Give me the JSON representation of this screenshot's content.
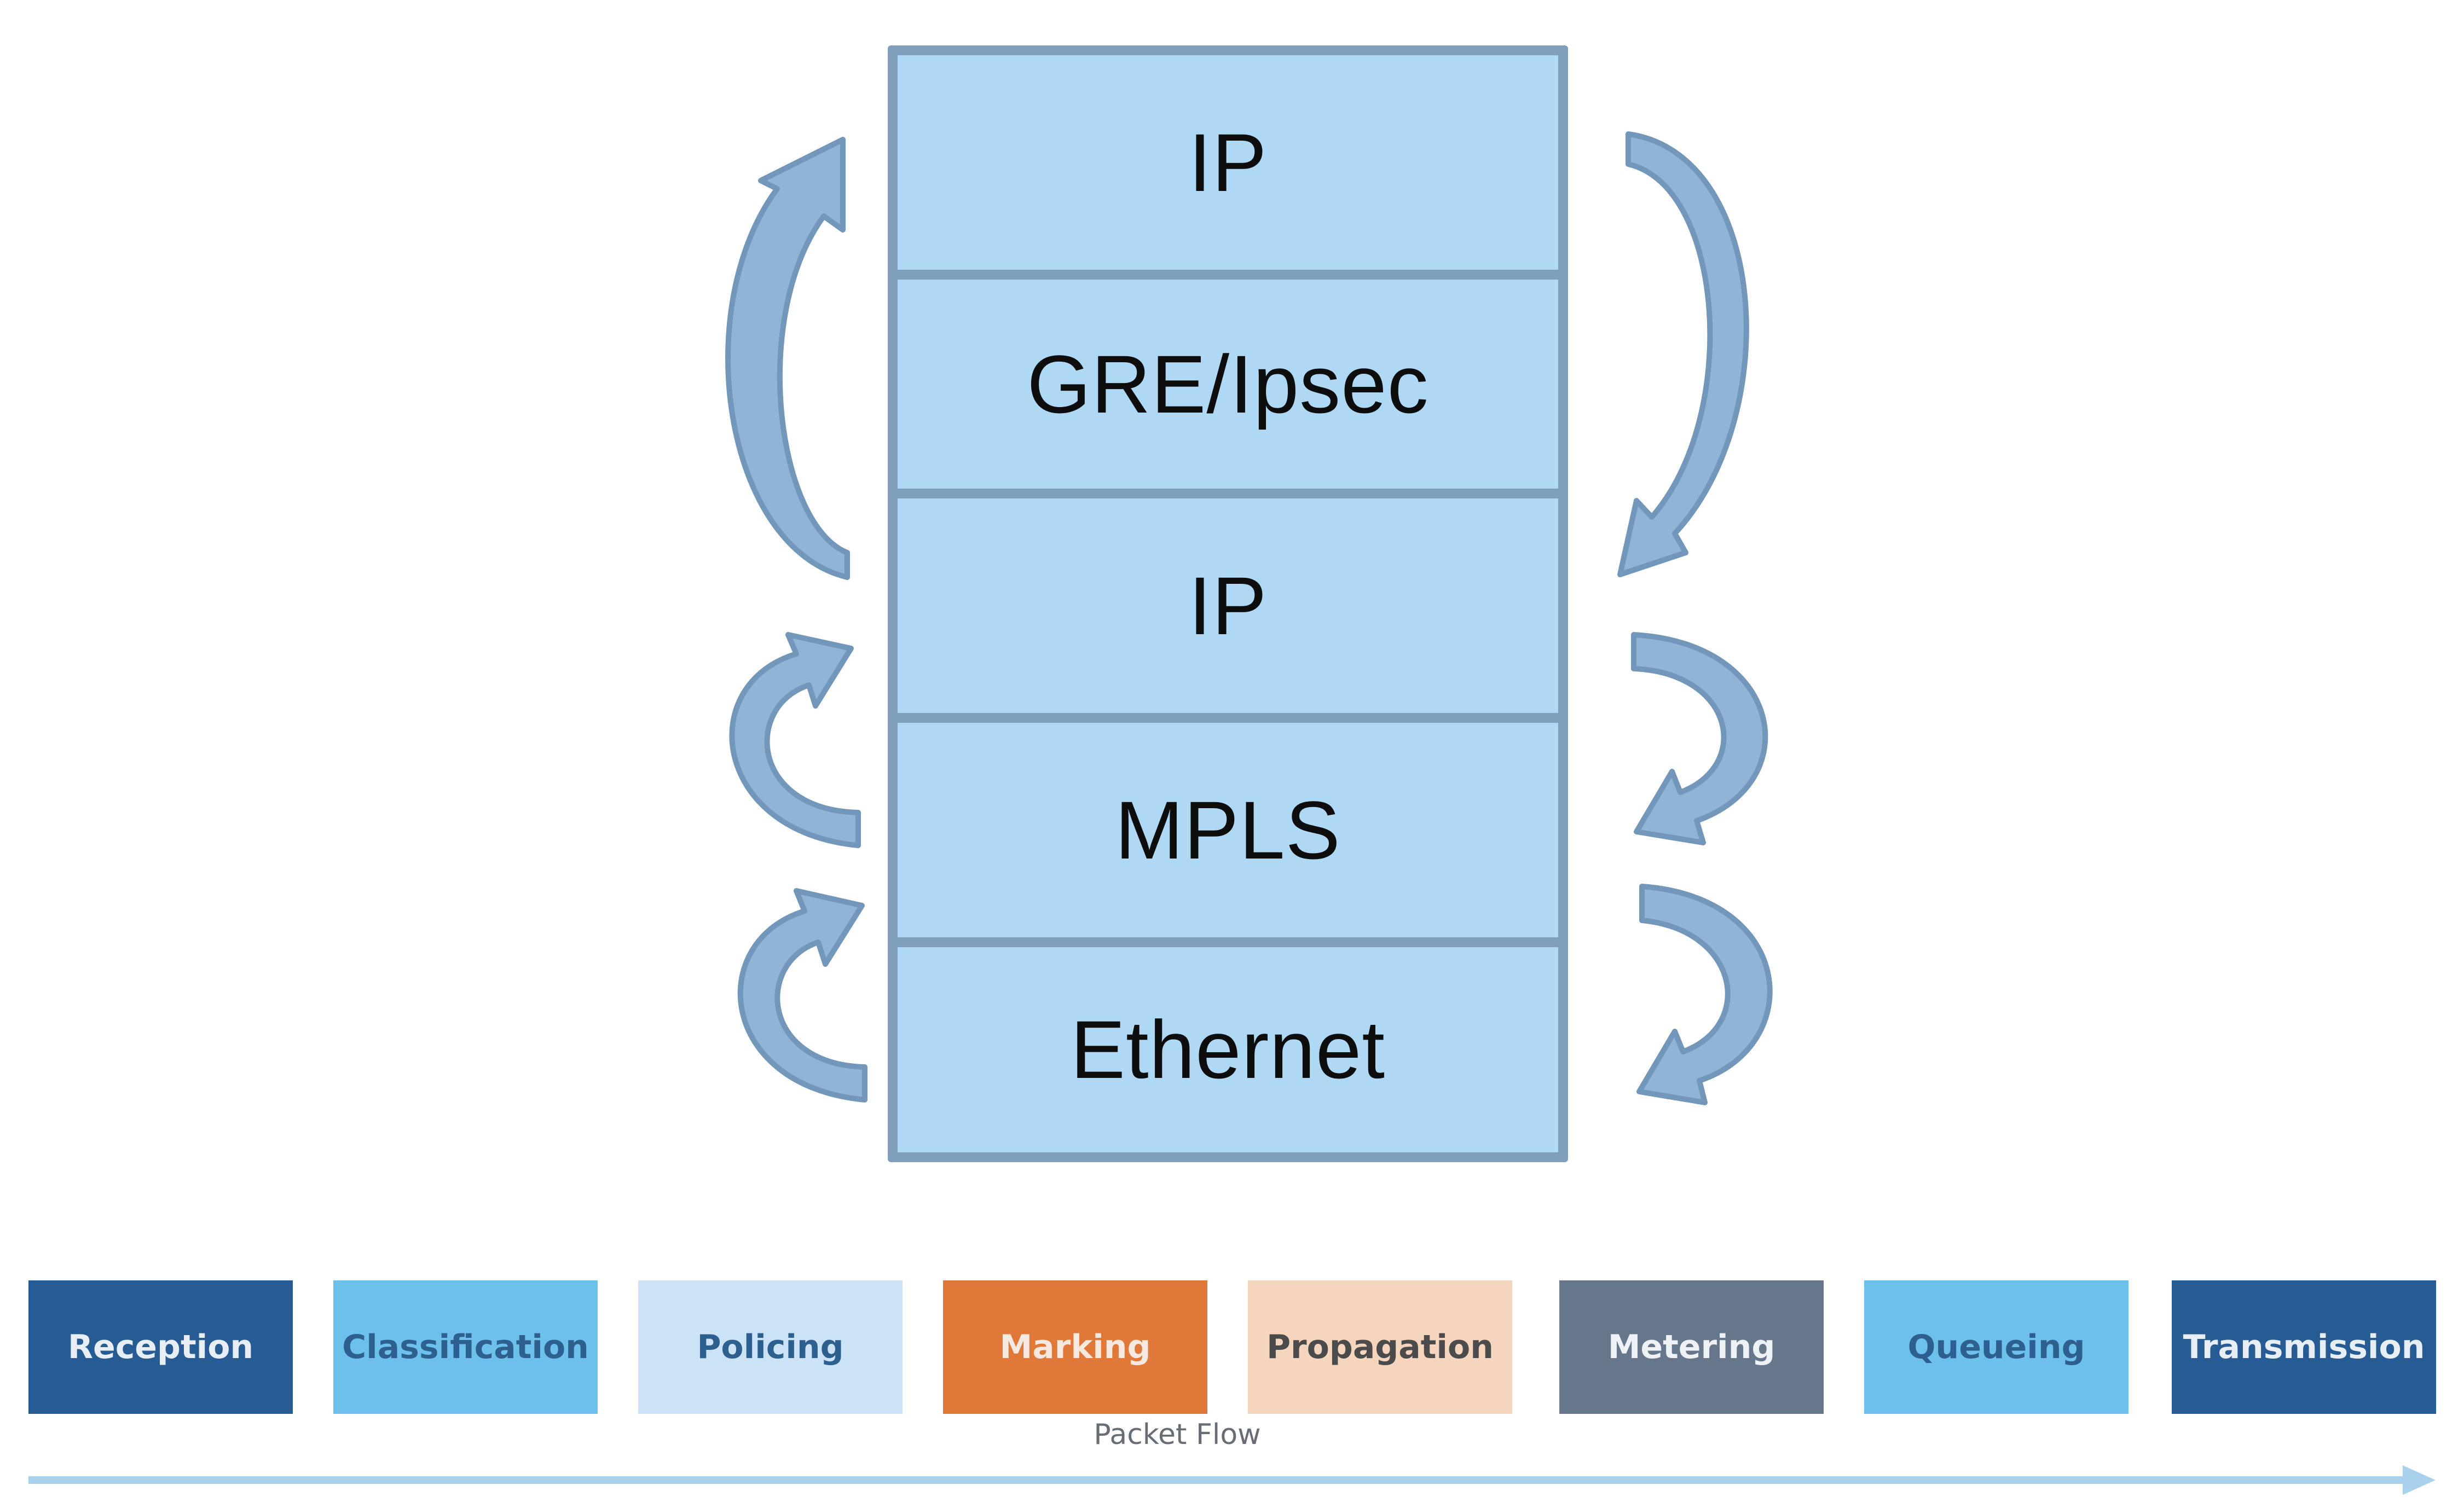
{
  "stack": {
    "layers": [
      {
        "label": "IP"
      },
      {
        "label": "GRE/Ipsec"
      },
      {
        "label": "IP"
      },
      {
        "label": "MPLS"
      },
      {
        "label": "Ethernet"
      }
    ]
  },
  "pipeline": {
    "stages": [
      {
        "label": "Reception",
        "bg": "#275b93",
        "fg": "#e8eef6"
      },
      {
        "label": "Classification",
        "bg": "#6ec0ec",
        "fg": "#2d5f8f"
      },
      {
        "label": "Policing",
        "bg": "#cce3f7",
        "fg": "#2d5f8f"
      },
      {
        "label": "Marking",
        "bg": "#e0783a",
        "fg": "#f7e9df"
      },
      {
        "label": "Propagation",
        "bg": "#f5d5bd",
        "fg": "#4b4b4b"
      },
      {
        "label": "Metering",
        "bg": "#67778b",
        "fg": "#eef1f5"
      },
      {
        "label": "Queueing",
        "bg": "#6ec0ec",
        "fg": "#2d5f8f"
      },
      {
        "label": "Transmission",
        "bg": "#275b93",
        "fg": "#e8eef6"
      }
    ],
    "flow_label": "Packet Flow"
  },
  "colors": {
    "stack_fill": "#aed8f3",
    "stack_border": "#7f9fbb",
    "arrow_fill": "#8fb4d6",
    "arrow_outline": "#7297bb",
    "flow_arrow": "#a8d1ee"
  }
}
